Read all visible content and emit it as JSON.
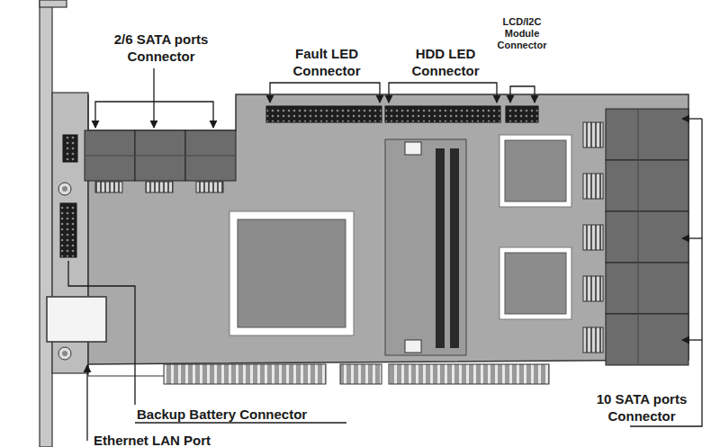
{
  "diagram": {
    "labels": [
      "2/6 SATA ports Connector",
      "Fault LED Connector",
      "HDD LED Connector",
      "LCD/I2C Module Connector",
      "10 SATA ports Connector",
      "Backup Battery Connector",
      "Ethernet LAN Port"
    ]
  }
}
